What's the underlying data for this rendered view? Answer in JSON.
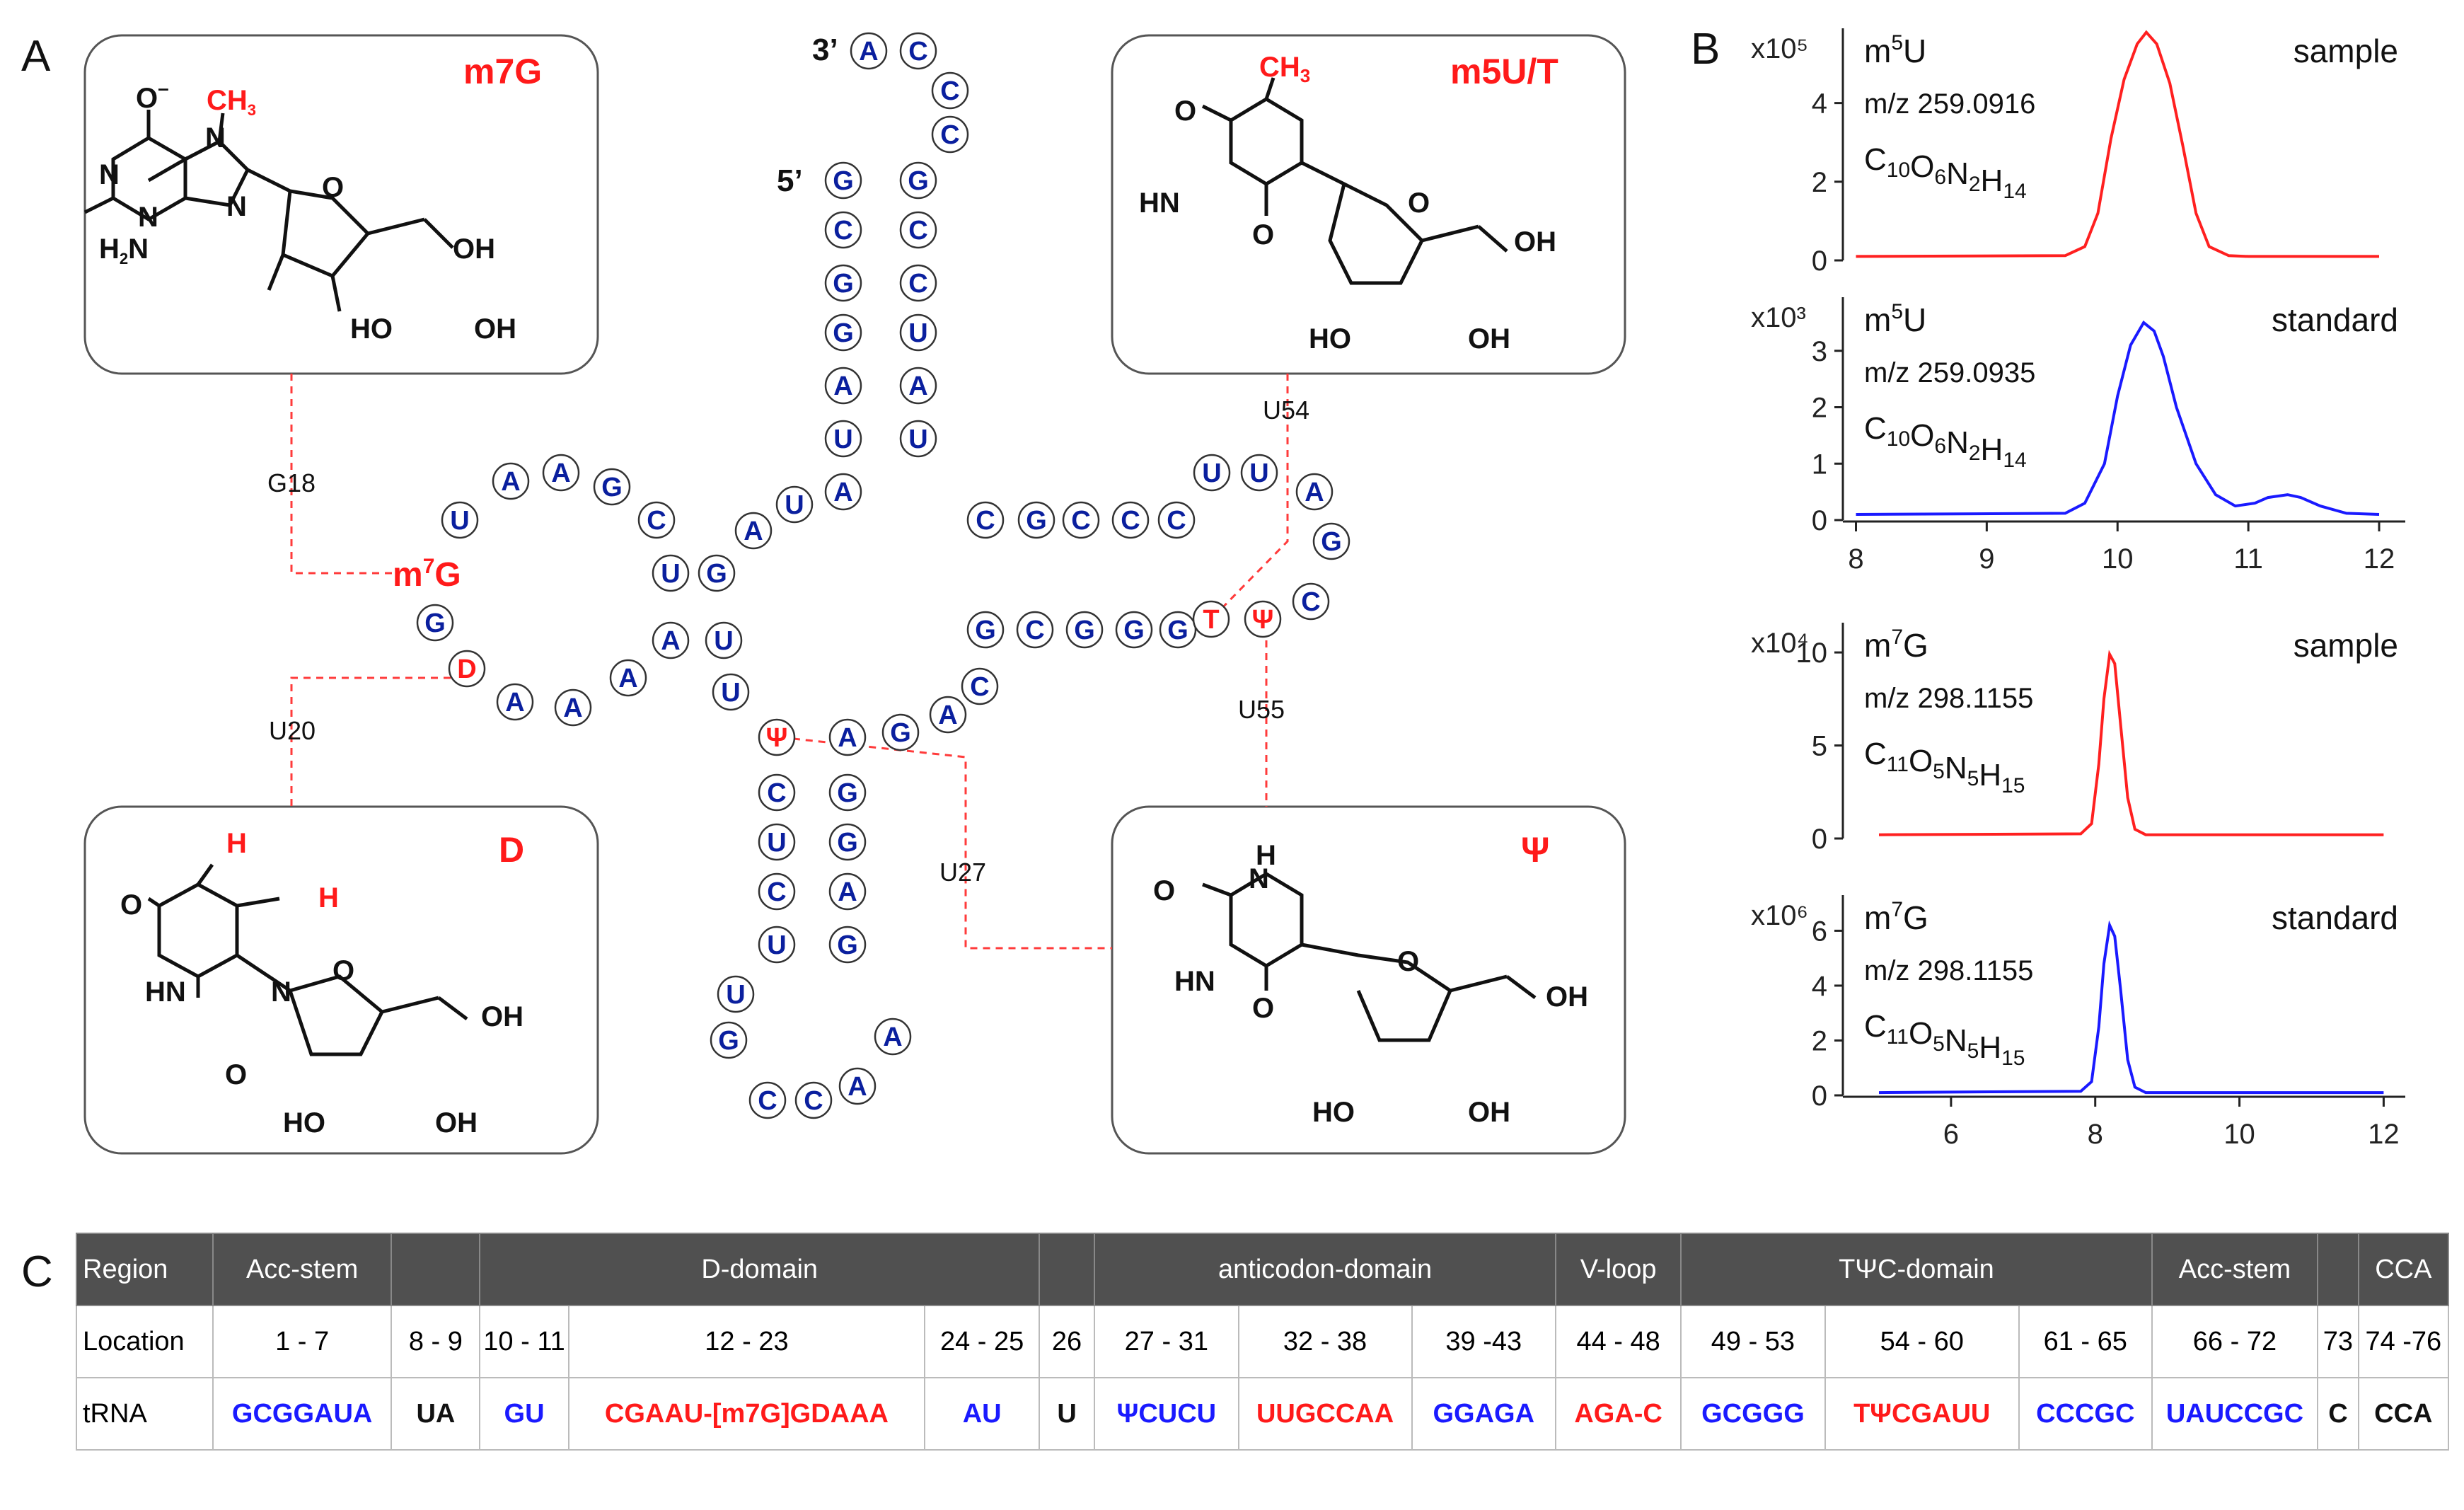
{
  "panels": {
    "A": "A",
    "B": "B",
    "C": "C"
  },
  "colors": {
    "modified": "#ff1a1a",
    "nucleotide": "#0a1f9e",
    "sample": "#ff2020",
    "standard": "#1a1aff"
  },
  "structures": {
    "m7G": {
      "name": "m7G",
      "links_to": "G18"
    },
    "D": {
      "name": "D",
      "links_to": "U20"
    },
    "m5U": {
      "name": "m5U/T",
      "links_to": "U54"
    },
    "psi": {
      "name": "Ψ",
      "links_to_1": "U55",
      "links_to_2": "U27"
    }
  },
  "link_labels": {
    "g18": "G18",
    "u20": "U20",
    "u54": "U54",
    "u55": "U55",
    "u27": "U27"
  },
  "ends": {
    "three_prime": "3’",
    "five_prime": "5’"
  },
  "nucleotides": {
    "acc_3p_overhang": [
      "A",
      "C",
      "C",
      "C"
    ],
    "acc_3p_stem": [
      "G",
      "C",
      "C",
      "U",
      "A",
      "U"
    ],
    "acc_5p": [
      "G",
      "C",
      "G",
      "G",
      "A",
      "U",
      "A"
    ],
    "UA": [
      "U",
      "A"
    ],
    "d_stem_5p": [
      "G",
      "U"
    ],
    "d_loop": [
      "C",
      "G",
      "A",
      "A",
      "U",
      "m7G",
      "G",
      "D",
      "A",
      "A",
      "A"
    ],
    "d_stem_3p": [
      "A",
      "U"
    ],
    "u26": [
      "U"
    ],
    "ac_stem_5p": [
      "Ψ",
      "C",
      "U",
      "C",
      "U"
    ],
    "ac_loop": [
      "U",
      "G",
      "C",
      "C",
      "A",
      "A"
    ],
    "ac_stem_3p": [
      "G",
      "A",
      "G",
      "G"
    ],
    "v_loop": [
      "A",
      "G",
      "A",
      "C"
    ],
    "t_stem_5p": [
      "G",
      "C",
      "G",
      "G",
      "G"
    ],
    "t_loop": [
      "T",
      "Ψ",
      "C",
      "G",
      "A",
      "U",
      "U"
    ],
    "t_stem_3p": [
      "C",
      "C",
      "C",
      "G",
      "C"
    ]
  },
  "chart_data": [
    {
      "type": "line",
      "title": "m5U",
      "tag": "sample",
      "mz": "m/z 259.0916",
      "formula": "C10O6N2H14",
      "multiplier": "x10⁵",
      "xlim": [
        7.9,
        12.2
      ],
      "ylim": [
        0,
        5.9
      ],
      "yticks": [
        0,
        2,
        4
      ],
      "xticks": [],
      "series": [
        {
          "color": "#ff2020",
          "x": [
            8.0,
            9.6,
            9.75,
            9.85,
            9.95,
            10.05,
            10.15,
            10.22,
            10.3,
            10.4,
            10.5,
            10.6,
            10.7,
            10.85,
            11.0,
            12.0
          ],
          "y": [
            0.1,
            0.12,
            0.35,
            1.2,
            3.1,
            4.6,
            5.5,
            5.8,
            5.5,
            4.5,
            2.9,
            1.2,
            0.35,
            0.12,
            0.1,
            0.1
          ]
        }
      ]
    },
    {
      "type": "line",
      "title": "m5U",
      "tag": "standard",
      "mz": "m/z 259.0935",
      "formula": "C10O6N2H14",
      "multiplier": "x10³",
      "xlim": [
        7.9,
        12.2
      ],
      "ylim": [
        0,
        3.95
      ],
      "yticks": [
        0,
        1,
        2,
        3
      ],
      "xticks": [
        8,
        9,
        10,
        11,
        12
      ],
      "series": [
        {
          "color": "#1a1aff",
          "x": [
            8.0,
            9.6,
            9.75,
            9.9,
            10.0,
            10.1,
            10.2,
            10.28,
            10.35,
            10.45,
            10.6,
            10.75,
            10.9,
            11.05,
            11.15,
            11.3,
            11.4,
            11.55,
            11.75,
            12.0
          ],
          "y": [
            0.1,
            0.12,
            0.3,
            1.0,
            2.2,
            3.1,
            3.5,
            3.35,
            2.9,
            2.0,
            1.0,
            0.45,
            0.25,
            0.3,
            0.4,
            0.45,
            0.4,
            0.25,
            0.12,
            0.1
          ]
        }
      ]
    },
    {
      "type": "line",
      "title": "m7G",
      "tag": "sample",
      "mz": "m/z 298.1155",
      "formula": "C11O5N5H15",
      "multiplier": "x10⁴",
      "xlim": [
        4.5,
        12.3
      ],
      "ylim": [
        0,
        11.6
      ],
      "yticks": [
        0,
        5,
        10
      ],
      "xticks": [],
      "series": [
        {
          "color": "#ff2020",
          "x": [
            5.0,
            7.8,
            7.95,
            8.05,
            8.12,
            8.2,
            8.27,
            8.35,
            8.45,
            8.55,
            8.7,
            12.0
          ],
          "y": [
            0.2,
            0.25,
            0.8,
            4.0,
            7.5,
            9.9,
            9.4,
            6.2,
            2.2,
            0.5,
            0.2,
            0.2
          ]
        }
      ]
    },
    {
      "type": "line",
      "title": "m7G",
      "tag": "standard",
      "mz": "m/z 298.1155",
      "formula": "C11O5N5H15",
      "multiplier": "x10⁶",
      "xlim": [
        4.5,
        12.3
      ],
      "ylim": [
        0,
        7.3
      ],
      "yticks": [
        0,
        2,
        4,
        6
      ],
      "xticks": [
        6,
        8,
        10,
        12
      ],
      "series": [
        {
          "color": "#1a1aff",
          "x": [
            5.0,
            7.8,
            7.95,
            8.05,
            8.12,
            8.2,
            8.27,
            8.35,
            8.45,
            8.55,
            8.7,
            12.0
          ],
          "y": [
            0.1,
            0.15,
            0.5,
            2.5,
            4.8,
            6.2,
            5.8,
            3.9,
            1.3,
            0.3,
            0.1,
            0.1
          ]
        }
      ]
    }
  ],
  "table": {
    "region_label": "Region",
    "location_label": "Location",
    "trna_label": "tRNA",
    "regions": [
      {
        "label": "Acc-stem",
        "span": 1
      },
      {
        "label": "",
        "span": 1
      },
      {
        "label": "D-domain",
        "span": 3
      },
      {
        "label": "",
        "span": 1
      },
      {
        "label": "anticodon-domain",
        "span": 3
      },
      {
        "label": "V-loop",
        "span": 1
      },
      {
        "label": "TΨC-domain",
        "span": 3
      },
      {
        "label": "Acc-stem",
        "span": 1
      },
      {
        "label": "",
        "span": 1
      },
      {
        "label": "CCA",
        "span": 1
      }
    ],
    "locations": [
      "1 - 7",
      "8 - 9",
      "10 - 11",
      "12 - 23",
      "24 - 25",
      "26",
      "27 - 31",
      "32 - 38",
      "39 -43",
      "44 - 48",
      "49 - 53",
      "54 - 60",
      "61 - 65",
      "66 - 72",
      "73",
      "74 -76"
    ],
    "sequences": [
      {
        "text": "GCGGAUA",
        "color": "#1a1aff"
      },
      {
        "text": "UA",
        "color": "#111111"
      },
      {
        "text": "GU",
        "color": "#1a1aff"
      },
      {
        "text": "CGAAU-[m7G]GDAAA",
        "color": "#ff1a1a"
      },
      {
        "text": "AU",
        "color": "#1a1aff"
      },
      {
        "text": "U",
        "color": "#111111"
      },
      {
        "text": "ΨCUCU",
        "color": "#1a1aff"
      },
      {
        "text": "UUGCCAA",
        "color": "#ff1a1a"
      },
      {
        "text": "GGAGA",
        "color": "#1a1aff"
      },
      {
        "text": "AGA-C",
        "color": "#ff1a1a"
      },
      {
        "text": "GCGGG",
        "color": "#1a1aff"
      },
      {
        "text": "TΨCGAUU",
        "color": "#ff1a1a"
      },
      {
        "text": "CCCGC",
        "color": "#1a1aff"
      },
      {
        "text": "UAUCCGC",
        "color": "#1a1aff"
      },
      {
        "text": "C",
        "color": "#111111"
      },
      {
        "text": "CCA",
        "color": "#111111"
      }
    ]
  }
}
